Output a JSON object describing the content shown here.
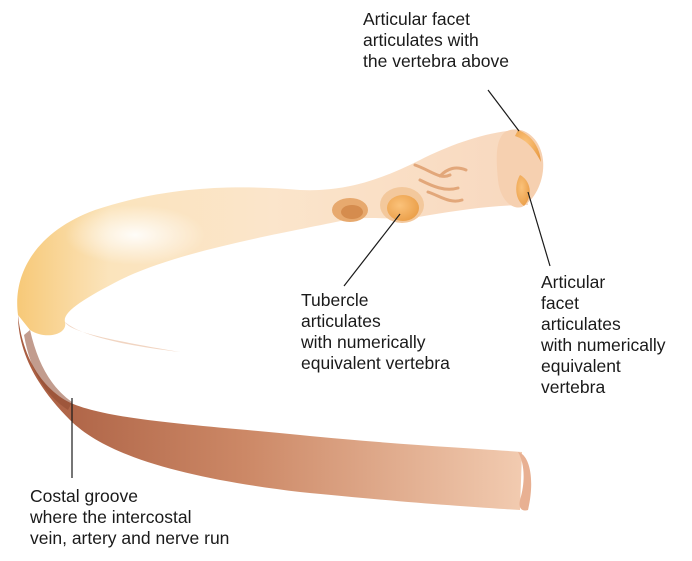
{
  "labels": {
    "articular_facet_above": [
      "Articular facet",
      "articulates with",
      "the vertebra above"
    ],
    "tubercle": [
      "Tubercle",
      "articulates",
      "with numerically",
      "equivalent vertebra"
    ],
    "articular_facet_equivalent": [
      "Articular",
      "facet",
      "articulates",
      "with numerically",
      "equivalent",
      "vertebra"
    ],
    "costal_groove": [
      "Costal groove",
      "where the intercostal",
      "vein, artery and nerve run"
    ]
  },
  "colors": {
    "bone_light": "#fbe3c7",
    "bone_highlight": "#fff8ea",
    "bone_yellow": "#f6c57a",
    "groove_dark": "#b9674a",
    "groove_light": "#f1c9aa",
    "facet_orange": "#f5a848",
    "leader_line": "#1a1a1a"
  }
}
